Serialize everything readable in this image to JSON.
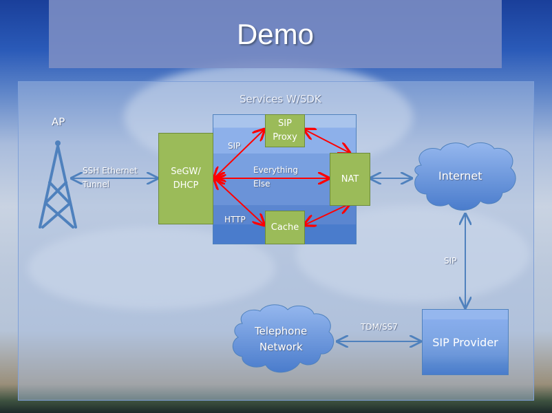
{
  "slide": {
    "title": "Demo"
  },
  "diagram": {
    "group_label": "Services W/SDK",
    "nodes": {
      "ap": {
        "label": "AP",
        "icon": "radio-tower-icon"
      },
      "segw": {
        "line1": "SeGW/",
        "line2": "DHCP"
      },
      "sip_proxy": {
        "line1": "SIP",
        "line2": "Proxy"
      },
      "nat": {
        "label": "NAT"
      },
      "cache": {
        "label": "Cache"
      },
      "internet": {
        "label": "Internet"
      },
      "sip_provider": {
        "label": "SIP Provider"
      },
      "telephone": {
        "line1": "Telephone",
        "line2": "Network"
      }
    },
    "edges": {
      "ap_segw": {
        "line1": "SSH Ethernet",
        "line2": "Tunnel"
      },
      "segw_sip": "SIP",
      "segw_nat_line1": "Everything",
      "segw_nat_line2": "Else",
      "segw_cache": "HTTP",
      "internet_sipprov": "SIP",
      "tel_sipprov": "TDM/SS7"
    },
    "colors": {
      "service_node": "#9bbb59",
      "internal_arrow": "#ff0000",
      "external_arrow": "#4f81bd"
    }
  }
}
